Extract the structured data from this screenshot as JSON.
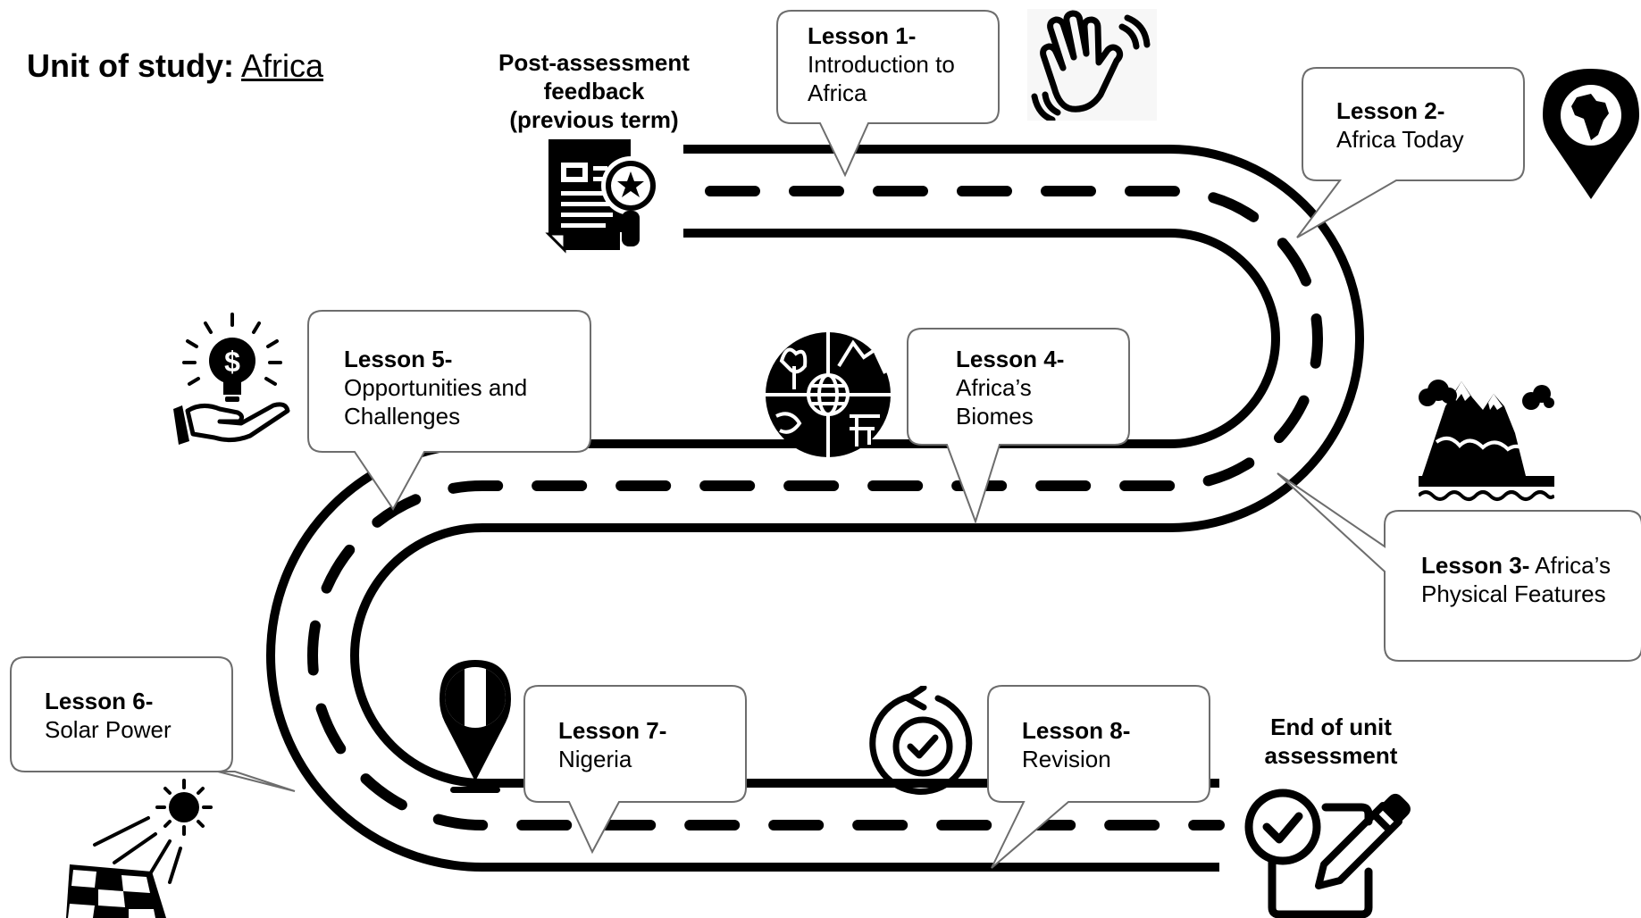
{
  "unit": {
    "label": "Unit of study:",
    "value": "Africa"
  },
  "milestones": {
    "start": {
      "lines": [
        "Post-assessment",
        "feedback",
        "(previous term)"
      ]
    },
    "end": {
      "lines": [
        "End of unit",
        "assessment"
      ]
    }
  },
  "lessons": [
    {
      "title": "Lesson 1-",
      "text": [
        "Introduction to",
        "Africa"
      ],
      "icon": "waving-hand-icon"
    },
    {
      "title": "Lesson 2-",
      "text": [
        "Africa Today"
      ],
      "icon": "africa-map-pin-icon"
    },
    {
      "title": "Lesson 3-",
      "text": [
        "Africa’s",
        "Physical Features"
      ],
      "icon": "mountains-icon"
    },
    {
      "title": "Lesson 4-",
      "text": [
        "Africa’s",
        "Biomes"
      ],
      "icon": "biomes-globe-icon"
    },
    {
      "title": "Lesson 5-",
      "text": [
        "Opportunities and",
        "Challenges"
      ],
      "icon": "lightbulb-money-hand-icon"
    },
    {
      "title": "Lesson 6-",
      "text": [
        "Solar Power"
      ],
      "icon": "solar-panel-icon"
    },
    {
      "title": "Lesson 7-",
      "text": [
        "Nigeria"
      ],
      "icon": "nigeria-flag-pin-icon"
    },
    {
      "title": "Lesson 8-",
      "text": [
        "Revision"
      ],
      "icon": "revision-cycle-icon"
    }
  ],
  "icons": {
    "start": "feedback-document-icon",
    "end": "assessment-checklist-icon"
  },
  "colors": {
    "ink": "#000000",
    "bubble_stroke": "#6d6d6d",
    "background": "#ffffff"
  }
}
